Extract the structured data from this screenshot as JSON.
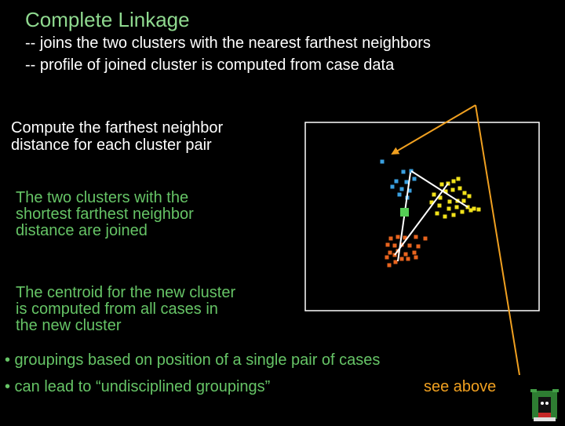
{
  "title": "Complete Linkage",
  "subtitle_lines": [
    "-- joins the two clusters with the nearest farthest neighbors",
    "-- profile of joined cluster is computed from case data"
  ],
  "steps": [
    "Compute the farthest neighbor\ndistance for each cluster pair",
    "The two clusters with the\nshortest farthest neighbor\ndistance are joined",
    "The centroid for the new cluster\nis computed from all cases in\nthe new cluster"
  ],
  "bullets": [
    "• groupings based on position of a single pair of cases",
    "• can lead to “undisciplined groupings”"
  ],
  "callout": "see above",
  "colors": {
    "title": "#8fd98f",
    "step_text": "#66c466",
    "blue_cluster": "#3aa0e0",
    "yellow_cluster": "#f2e21a",
    "orange_cluster": "#e8641e",
    "centroid": "#55cc55",
    "arrow": "#f0a020",
    "frame": "#ffffff",
    "link_line": "#ffffff"
  },
  "mascot_icon": "alien-character-icon"
}
